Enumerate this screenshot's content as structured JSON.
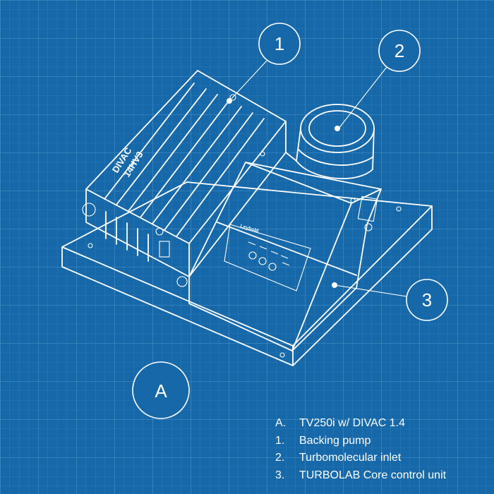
{
  "callouts": {
    "one": "1",
    "two": "2",
    "three": "3",
    "a": "A"
  },
  "pump_label_line1": "DIVAC",
  "pump_label_line2": "14HV3",
  "control_panel_brand": "Leybold",
  "legend": [
    {
      "key": "A.",
      "text": "TV250i w/ DIVAC 1.4"
    },
    {
      "key": "1.",
      "text": "Backing pump"
    },
    {
      "key": "2.",
      "text": "Turbomolecular inlet"
    },
    {
      "key": "3.",
      "text": "TURBOLAB Core control unit"
    }
  ],
  "colors": {
    "background": "#1668a8",
    "grid": "#3a86c2",
    "line": "#ffffff"
  }
}
